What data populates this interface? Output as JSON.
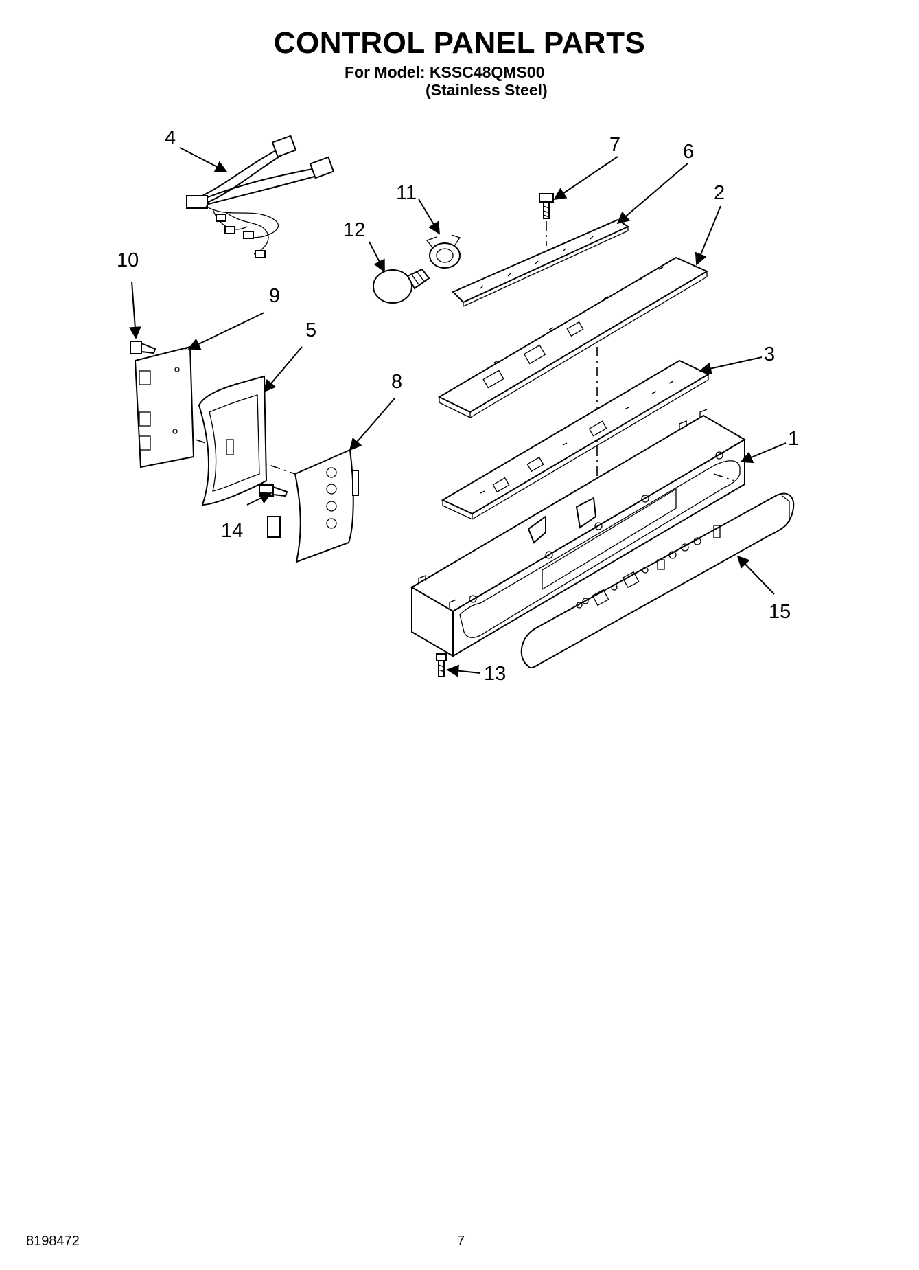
{
  "header": {
    "title": "CONTROL PANEL PARTS",
    "model_line": "For Model: KSSC48QMS00",
    "model_variant": "(Stainless Steel)"
  },
  "footer": {
    "doc_number": "8198472",
    "page_number": "7"
  },
  "callouts": {
    "c1": "1",
    "c2": "2",
    "c3": "3",
    "c4": "4",
    "c5": "5",
    "c6": "6",
    "c7": "7",
    "c8": "8",
    "c9": "9",
    "c10": "10",
    "c11": "11",
    "c12": "12",
    "c13": "13",
    "c14": "14",
    "c15": "15"
  }
}
